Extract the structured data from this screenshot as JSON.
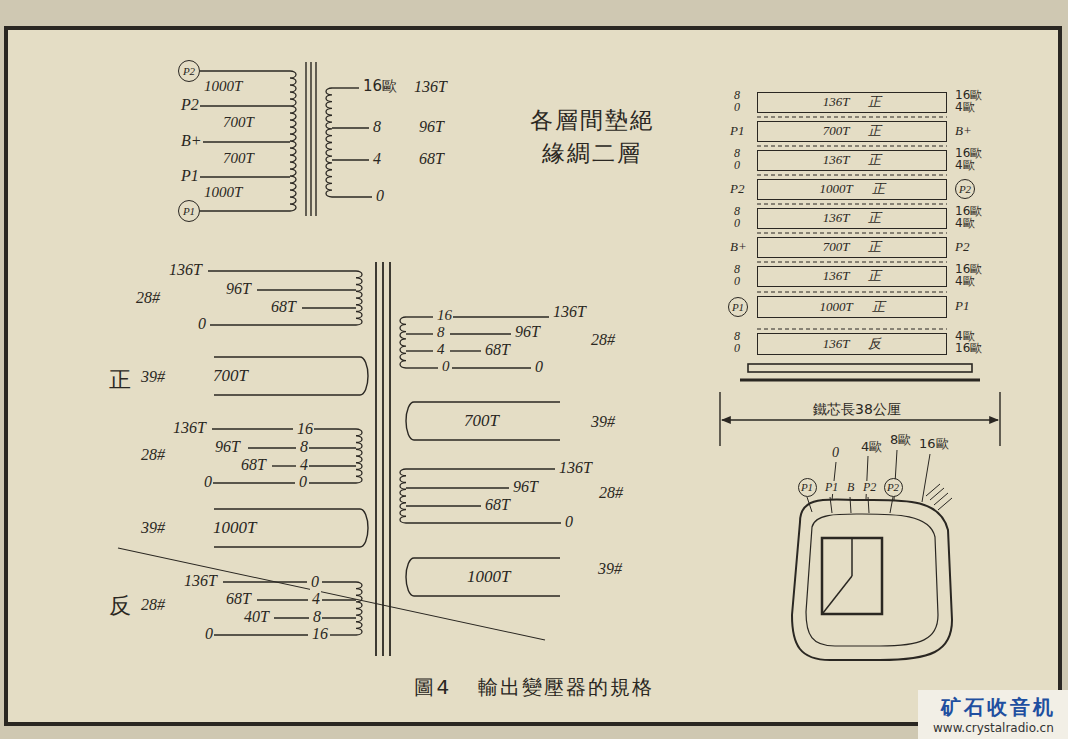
{
  "diagram": {
    "caption": "圖4 輸出變壓器的規格",
    "nodes": [
      {
        "text": [
          "P2"
        ]
      },
      {
        "text": [
          "P1"
        ]
      },
      {
        "text": [
          "136T 正"
        ]
      },
      {
        "text": [
          "700T 正"
        ]
      },
      {
        "text": [
          "136T 正"
        ]
      },
      {
        "text": [
          "1000T 正"
        ]
      },
      {
        "text": [
          "P2"
        ]
      },
      {
        "text": [
          "136T 正"
        ]
      },
      {
        "text": [
          "700T 正"
        ]
      },
      {
        "text": [
          "136T 正"
        ]
      },
      {
        "text": [
          "P1"
        ]
      },
      {
        "text": [
          "1000T 正"
        ]
      },
      {
        "text": [
          "136T 反"
        ]
      },
      {
        "text": [
          "P1"
        ]
      },
      {
        "text": [
          "P2"
        ]
      }
    ],
    "labels": [
      "1000T",
      "P2",
      "700T",
      "B+",
      "700T",
      "P1",
      "1000T",
      "16歐",
      "136T",
      "8",
      "96T",
      "4",
      "68T",
      "0",
      "各層間墊絕緣綢二層",
      "136T",
      "28#",
      "96T",
      "68T",
      "0",
      "正",
      "39#",
      "700T",
      "136T",
      "16",
      "28#",
      "96T",
      "8",
      "68T",
      "4",
      "0",
      "0",
      "39#",
      "1000T",
      "136T",
      "0",
      "反",
      "28#",
      "68T",
      "4",
      "40T",
      "8",
      "0",
      "16",
      "16",
      "136T",
      "8",
      "96T",
      "28#",
      "4",
      "68T",
      "0",
      "0",
      "700T",
      "39#",
      "136T",
      "96T",
      "28#",
      "68T",
      "0",
      "1000T",
      "39#",
      "8",
      "0",
      "16歐",
      "4歐",
      "P1",
      "B+",
      "8",
      "0",
      "16歐",
      "4歐",
      "P2",
      "8",
      "0",
      "16歐",
      "4歐",
      "B+",
      "P2",
      "8",
      "0",
      "16歐",
      "4歐",
      "P1",
      "8",
      "0",
      "4歐",
      "16歐",
      "鐵芯長38公厘",
      "0",
      "4歐",
      "8歐",
      "16歐",
      "P1",
      "B",
      "P2",
      "矿石收音机",
      "www.crystalradio.cn"
    ]
  }
}
